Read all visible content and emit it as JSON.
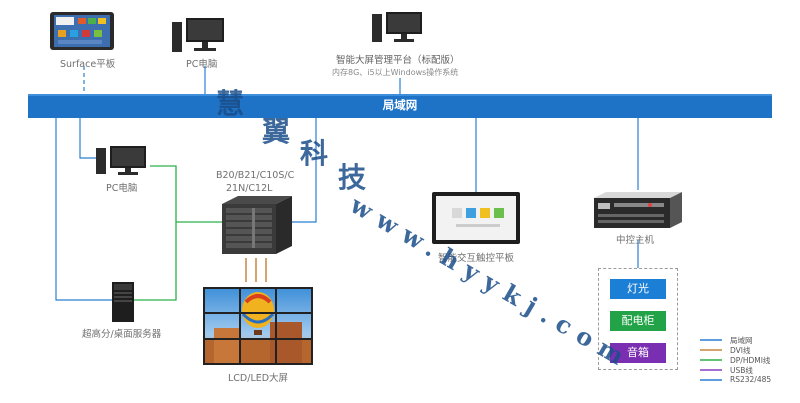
{
  "lan_label": "局域网",
  "nodes": {
    "surface": "Surface平板",
    "pc_top": "PC电脑",
    "platform_title": "智能大屏管理平台（标配版）",
    "platform_sub": "内存8G、i5以上Windows操作系统",
    "pc_left": "PC电脑",
    "processor_line1": "B20/B21/C10S/C",
    "processor_line2": "21N/C12L",
    "smart_panel": "智能交互触控平板",
    "controller": "中控主机",
    "server": "超高分/桌面服务器",
    "wall": "LCD/LED大屏"
  },
  "devices": {
    "light": "灯光",
    "power": "配电柜",
    "speaker": "音箱"
  },
  "legend": [
    {
      "label": "局域网",
      "color": "#2a7fd4"
    },
    {
      "label": "DVI线",
      "color": "#c8873f"
    },
    {
      "label": "DP/HDMI线",
      "color": "#2bb04a"
    },
    {
      "label": "USB线",
      "color": "#8b3fbf"
    },
    {
      "label": "RS232/485",
      "color": "#2a7fd4"
    }
  ],
  "watermark": {
    "c1": "慧",
    "c2": "翼",
    "c3": "科",
    "c4": "技",
    "url": "www.hyykj.com"
  },
  "colors": {
    "lan": "#1e73c6",
    "line_blue": "#2a7fd4",
    "line_green": "#2bb04a",
    "line_brown": "#c8873f",
    "btn_blue": "#1c7fd6",
    "btn_green": "#22a348",
    "btn_purple": "#7a2fb2"
  }
}
